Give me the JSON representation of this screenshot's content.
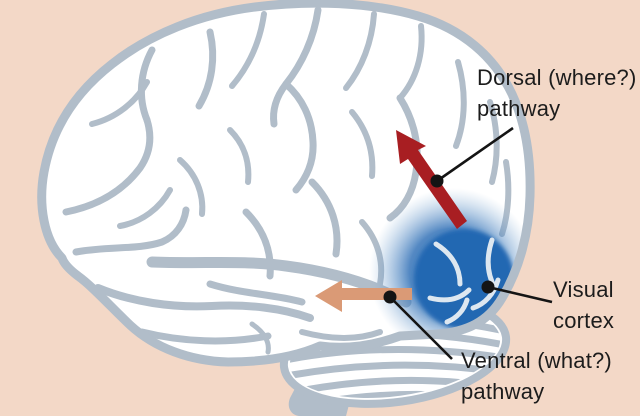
{
  "labels": {
    "dorsal": {
      "line1": "Dorsal (where?)",
      "line2": "pathway"
    },
    "visual": {
      "line1": "Visual",
      "line2": "cortex"
    },
    "ventral": {
      "line1": "Ventral (what?)",
      "line2": "pathway"
    }
  },
  "colors": {
    "background": "#f3d8c7",
    "brain_outline": "#b1bdc9",
    "brain_fill": "#ffffff",
    "visual_cortex_blue": "#2367b2",
    "dorsal_arrow_red": "#a81e22",
    "ventral_arrow_salmon": "#da9a76",
    "leader_line_black": "#141414"
  }
}
